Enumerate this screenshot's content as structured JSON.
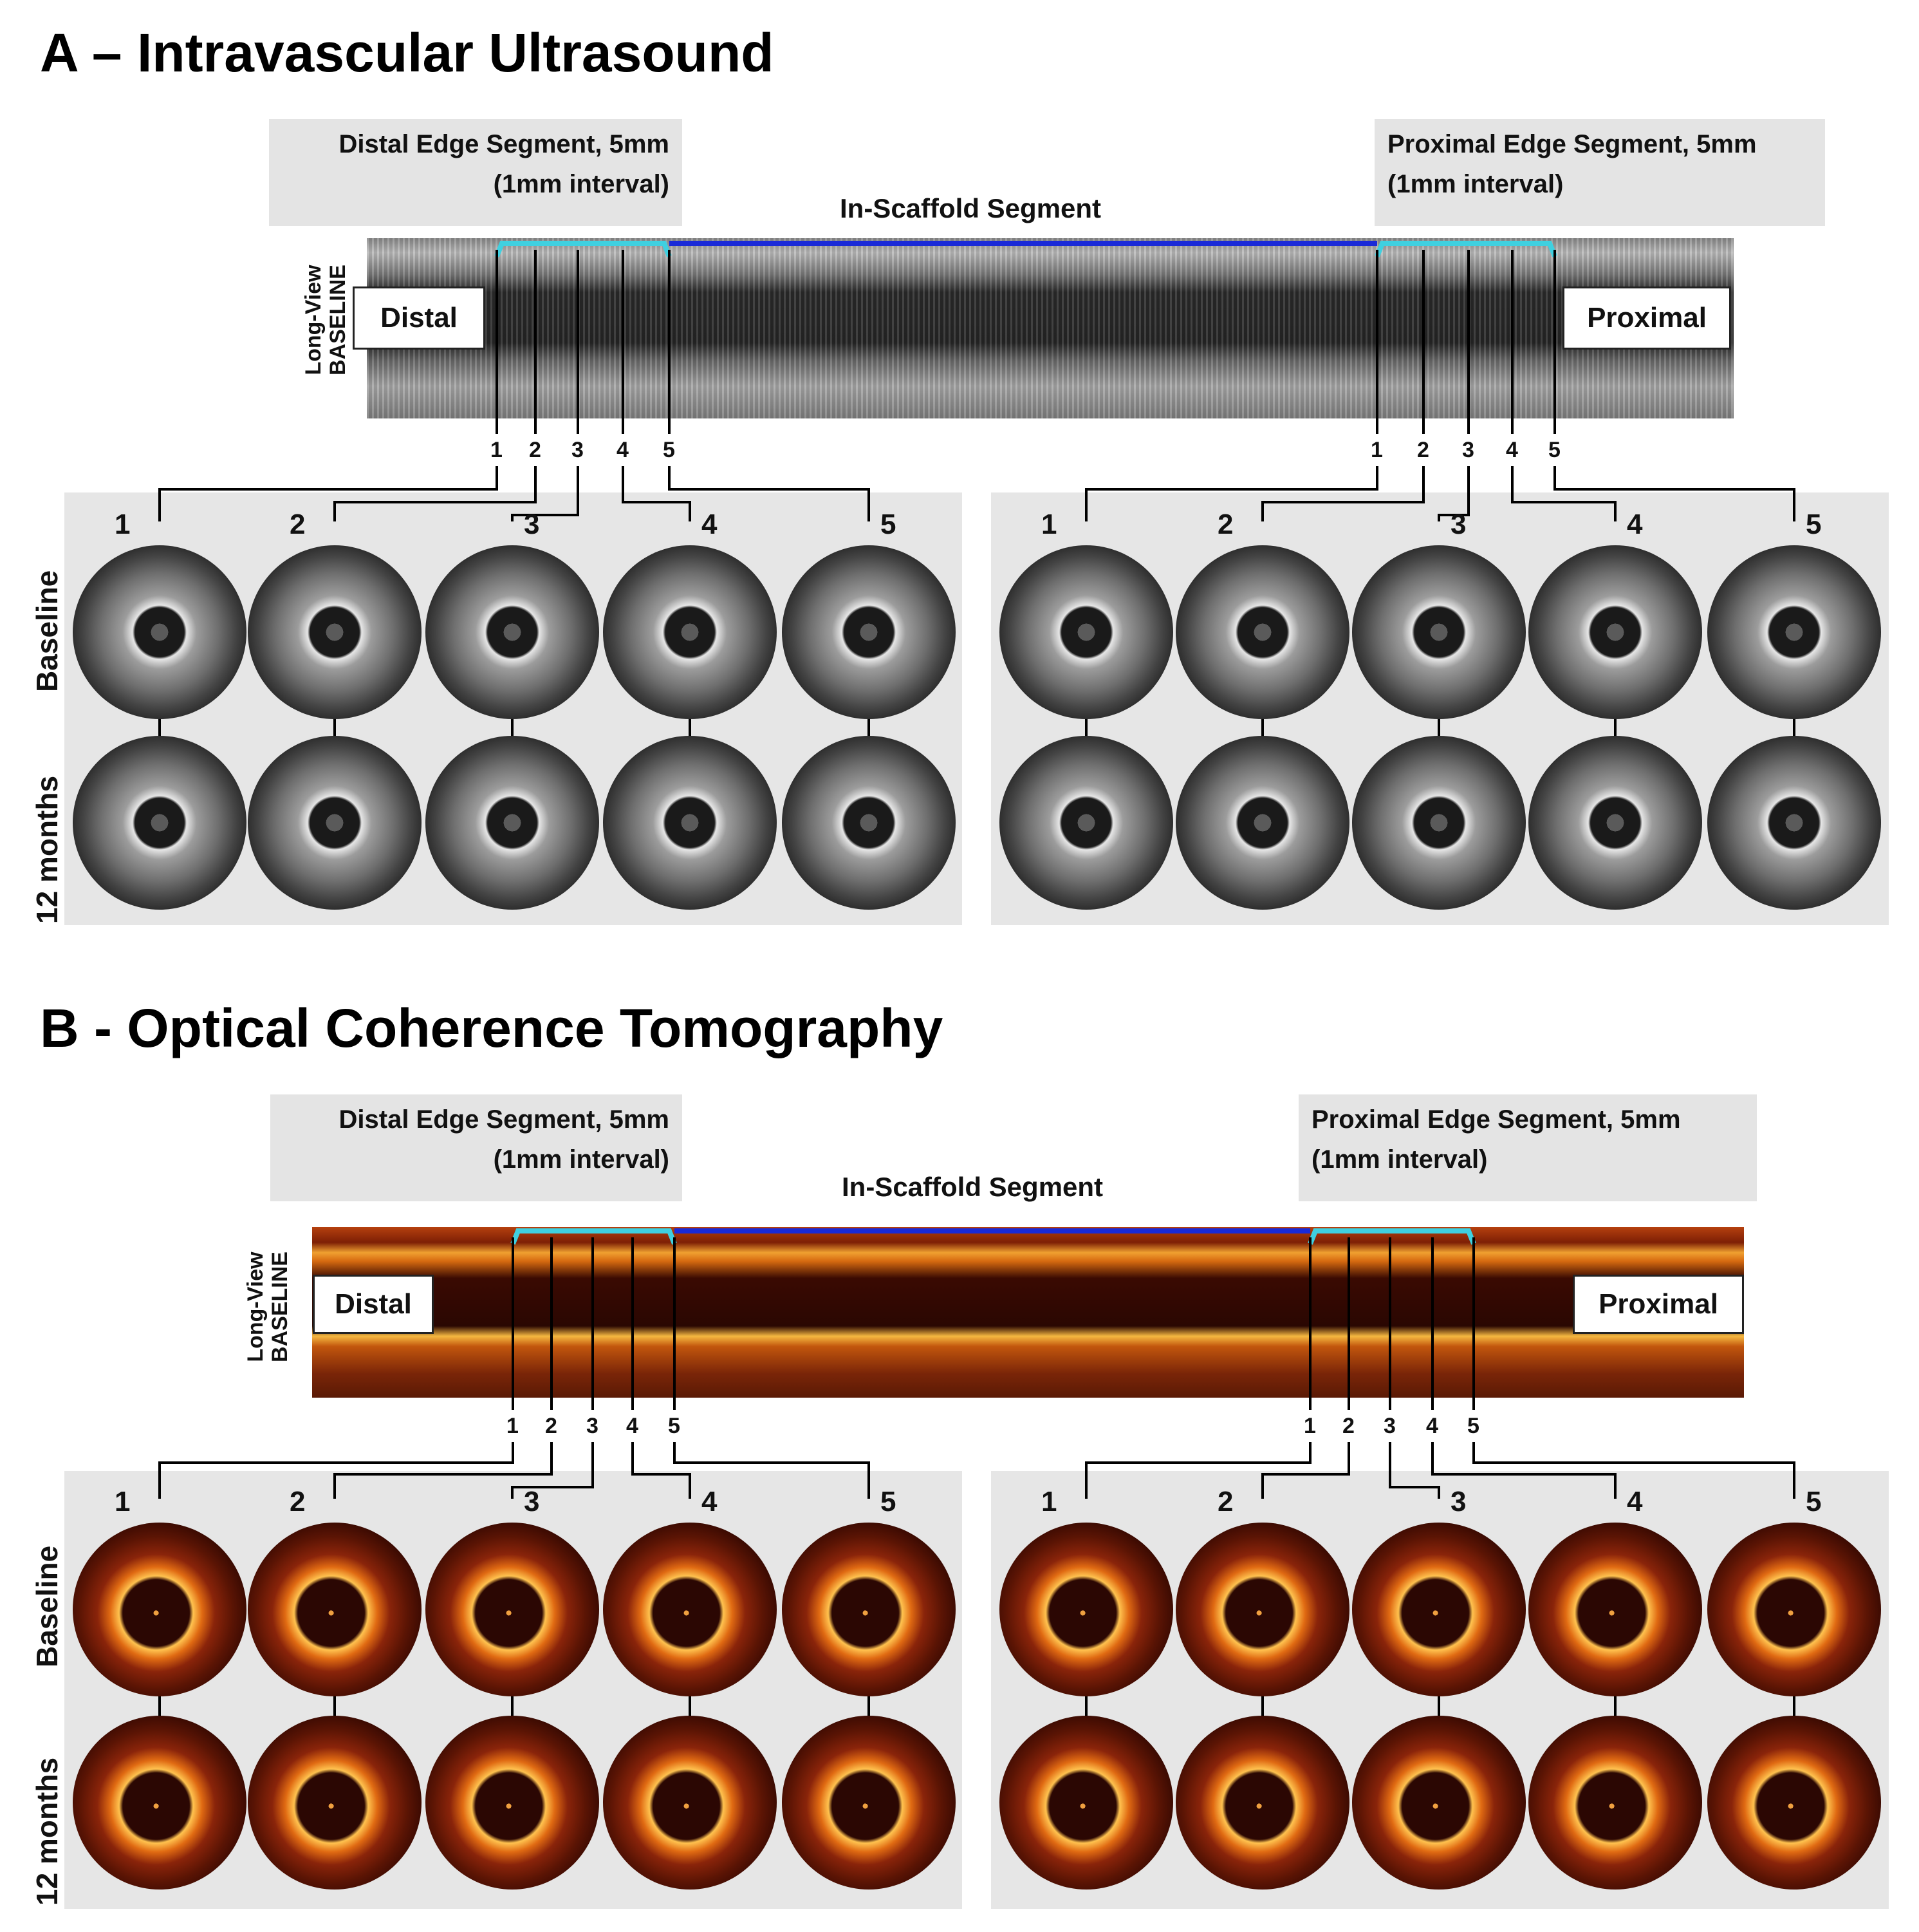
{
  "sections": [
    {
      "id": "A",
      "title": "A – Intravascular Ultrasound",
      "distal_box": [
        "Distal Edge Segment, 5mm",
        "(1mm interval)"
      ],
      "proximal_box": [
        "Proximal Edge Segment, 5mm",
        "(1mm interval)"
      ],
      "in_scaffold": "In-Scaffold Segment",
      "long_view": [
        "Long-View",
        "BASELINE"
      ],
      "distal_label": "Distal",
      "proximal_label": "Proximal",
      "tick_numbers": [
        "1",
        "2",
        "3",
        "4",
        "5"
      ],
      "cross_section_numbers": [
        "1",
        "2",
        "3",
        "4",
        "5"
      ],
      "row_labels": [
        "Baseline",
        "12 months"
      ],
      "modality": "ivus"
    },
    {
      "id": "B",
      "title": "B - Optical Coherence Tomography",
      "distal_box": [
        "Distal Edge Segment, 5mm",
        "(1mm interval)"
      ],
      "proximal_box": [
        "Proximal Edge Segment, 5mm",
        "(1mm interval)"
      ],
      "in_scaffold": "In-Scaffold Segment",
      "long_view": [
        "Long-View",
        "BASELINE"
      ],
      "distal_label": "Distal",
      "proximal_label": "Proximal",
      "tick_numbers": [
        "1",
        "2",
        "3",
        "4",
        "5"
      ],
      "cross_section_numbers": [
        "1",
        "2",
        "3",
        "4",
        "5"
      ],
      "row_labels": [
        "Baseline",
        "12 months"
      ],
      "modality": "oct"
    }
  ],
  "colors": {
    "edge_bracket": "#3fd0e0",
    "scaffold_line": "#1a2ad8",
    "panel_bg": "#e6e6e6",
    "label_box_bg": "#e4e4e4"
  }
}
